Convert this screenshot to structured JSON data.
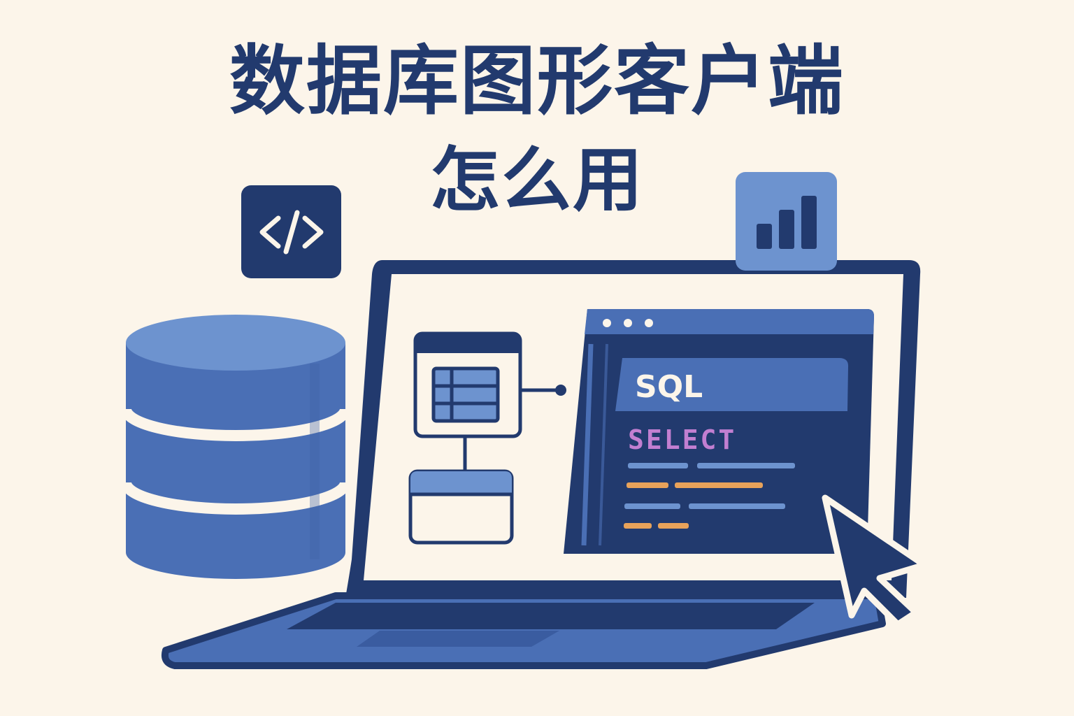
{
  "title": {
    "line1": "数据库图形客户端",
    "line2": "怎么用"
  },
  "editor": {
    "panel_label": "SQL",
    "keyword": "SELECT"
  },
  "icons": {
    "code": "code-brackets-icon",
    "chart": "bar-chart-icon",
    "database": "database-icon",
    "table": "table-icon",
    "cursor": "mouse-pointer-icon"
  },
  "colors": {
    "background": "#fcf5ea",
    "navy": "#223a6e",
    "blue": "#4a6fb5",
    "light_blue": "#6d93cf",
    "keyword_purple": "#c27fd1",
    "code_orange": "#e8a25a"
  }
}
